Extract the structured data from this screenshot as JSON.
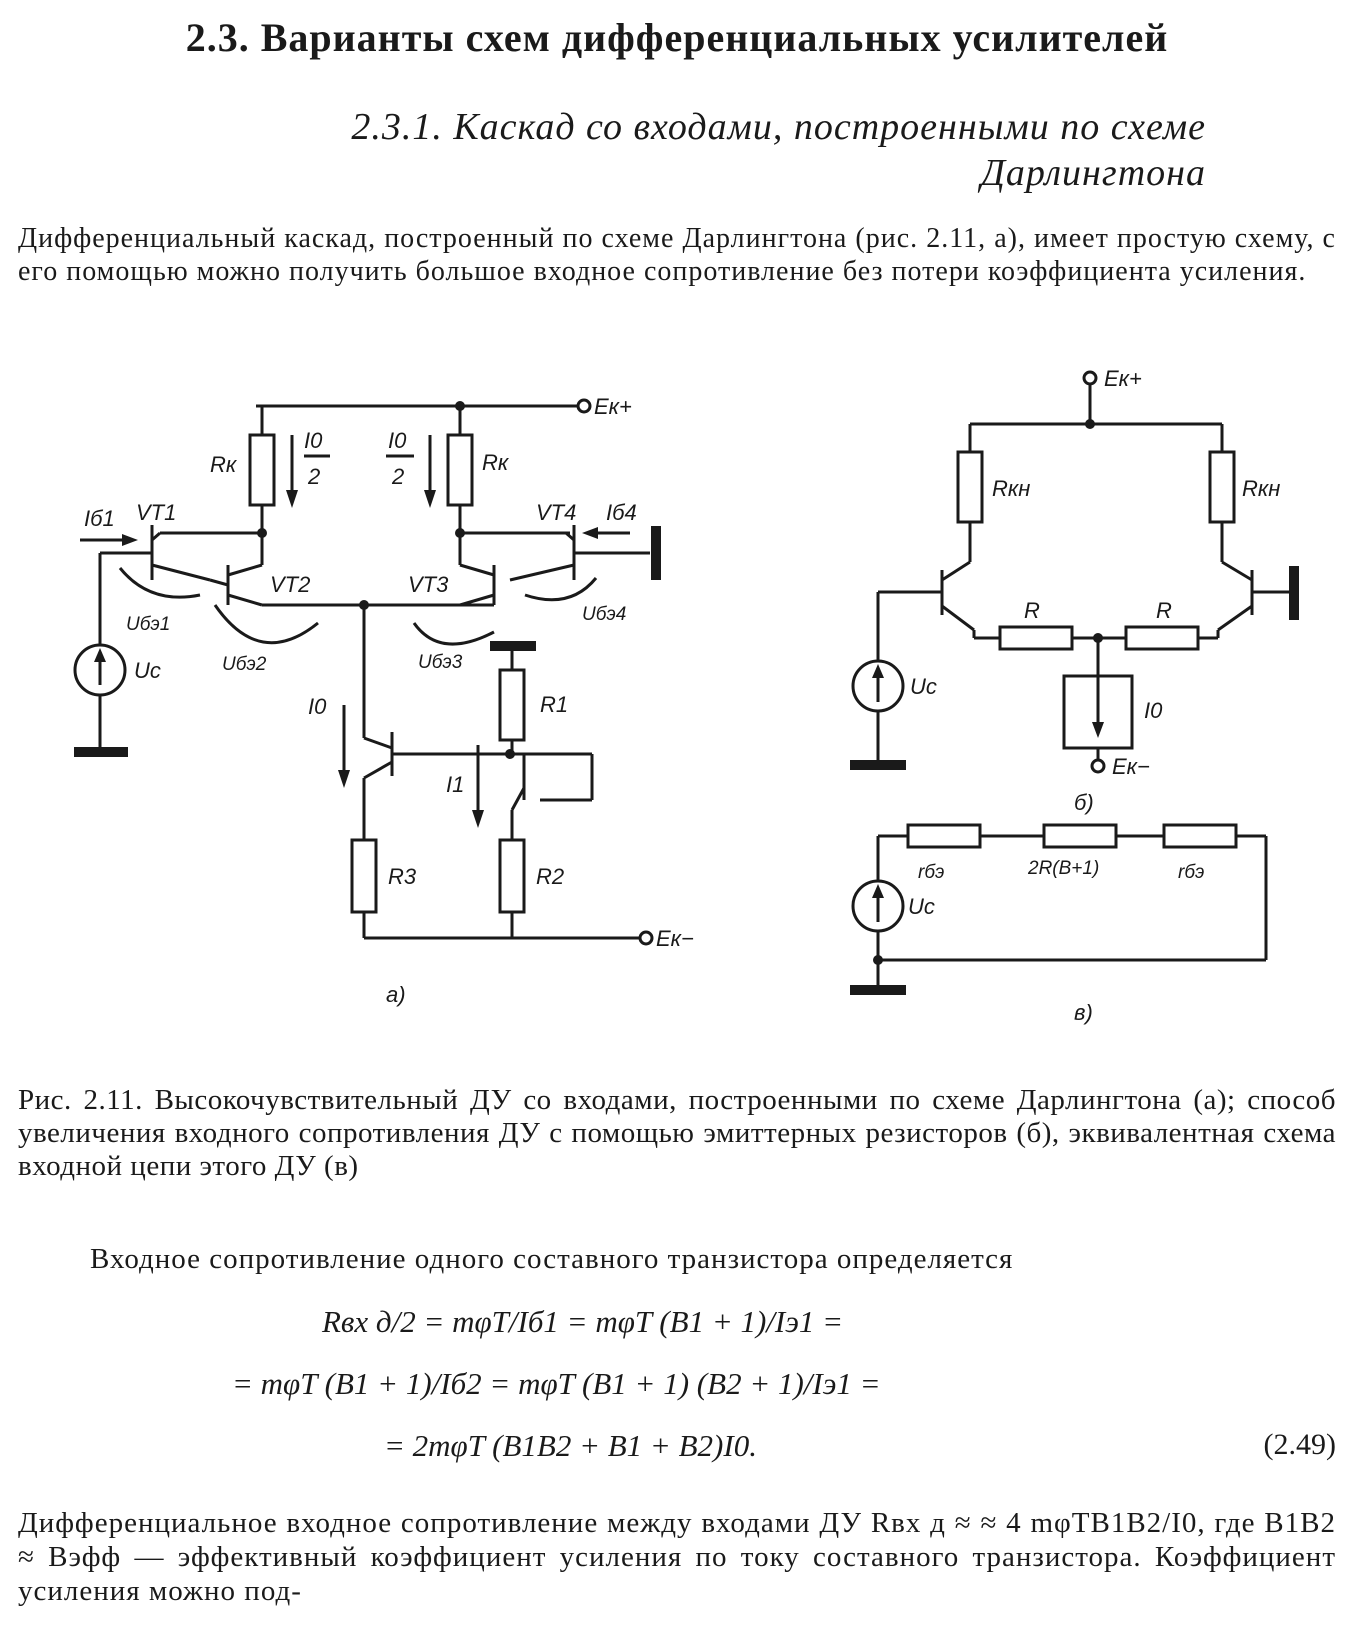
{
  "section_title": "2.3. Варианты схем дифференциальных усилителей",
  "subsection_title_line1": "2.3.1. Каскад со входами, построенными по схеме",
  "subsection_title_line2": "Дарлингтона",
  "intro_paragraph": "Дифференциальный каскад, построенный по схеме Дарлингтона (рис. 2.11, а), имеет простую схему, с его помощью можно получить большое входное сопротивление без потери коэффициента усиления.",
  "figure": {
    "a": {
      "label": "а)",
      "Ek_plus": "Eк+",
      "Ek_minus": "Eк−",
      "Rk_left": "Rк",
      "Rk_right": "Rк",
      "I0_half_left_num": "I0",
      "I0_half_left_den": "2",
      "I0_half_right_num": "I0",
      "I0_half_right_den": "2",
      "Ib1": "Iб1",
      "Ib4": "Iб4",
      "VT1": "VT1",
      "VT2": "VT2",
      "VT3": "VT3",
      "VT4": "VT4",
      "Ube1": "Uбэ1",
      "Ube2": "Uбэ2",
      "Ube3": "Uбэ3",
      "Ube4": "Uбэ4",
      "Uc": "Uс",
      "I0": "I0",
      "I1": "I1",
      "R1": "R1",
      "R2": "R2",
      "R3": "R3"
    },
    "b": {
      "label": "б)",
      "Ek_plus": "Eк+",
      "Ek_minus": "Eк−",
      "Rk_left": "Rкн",
      "Rk_right": "Rкн",
      "R_left": "R",
      "R_right": "R",
      "Uc": "Uс",
      "I0": "I0"
    },
    "c": {
      "label": "в)",
      "r_be_left": "rбэ",
      "r_mid": "2R(B+1)",
      "r_be_right": "rбэ",
      "Uc": "Uс"
    }
  },
  "caption": "Рис. 2.11. Высокочувствительный ДУ со входами, построенными по схеме Дарлингтона (а); способ увеличения входного сопротивления ДУ с помощью эмиттерных резисторов (б), эквивалентная схема входной цепи этого ДУ (в)",
  "formula_intro": "Входное сопротивление одного составного транзистора определяется",
  "formula_lines": [
    "Rвх д/2 = mφT/Iб1 = mφT (B1 + 1)/Iэ1 =",
    "= mφT (B1 + 1)/Iб2 = mφT (B1 + 1) (B2 + 1)/Iэ1 =",
    "= 2mφT (B1B2 + B1 + B2)I0."
  ],
  "equation_number": "(2.49)",
  "final_paragraph": "Дифференциальное входное сопротивление между входами ДУ Rвх д ≈ ≈ 4 mφTB1B2/I0, где B1B2 ≈ Bэфф — эффективный коэффициент усиления по току составного транзистора. Коэффициент усиления можно под-"
}
